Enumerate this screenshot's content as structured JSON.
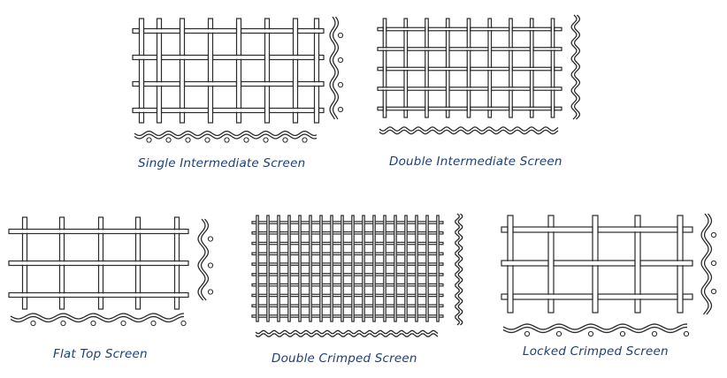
{
  "diagram": {
    "panels": [
      {
        "caption": "Single Intermediate Screen"
      },
      {
        "caption": "Double Intermediate Screen"
      },
      {
        "caption": "Flat Top Screen"
      },
      {
        "caption": "Double Crimped Screen"
      },
      {
        "caption": "Locked Crimped Screen"
      }
    ]
  },
  "colors": {
    "ink": "#2a2a2a",
    "caption": "#1d3f78",
    "background": "#ffffff"
  }
}
